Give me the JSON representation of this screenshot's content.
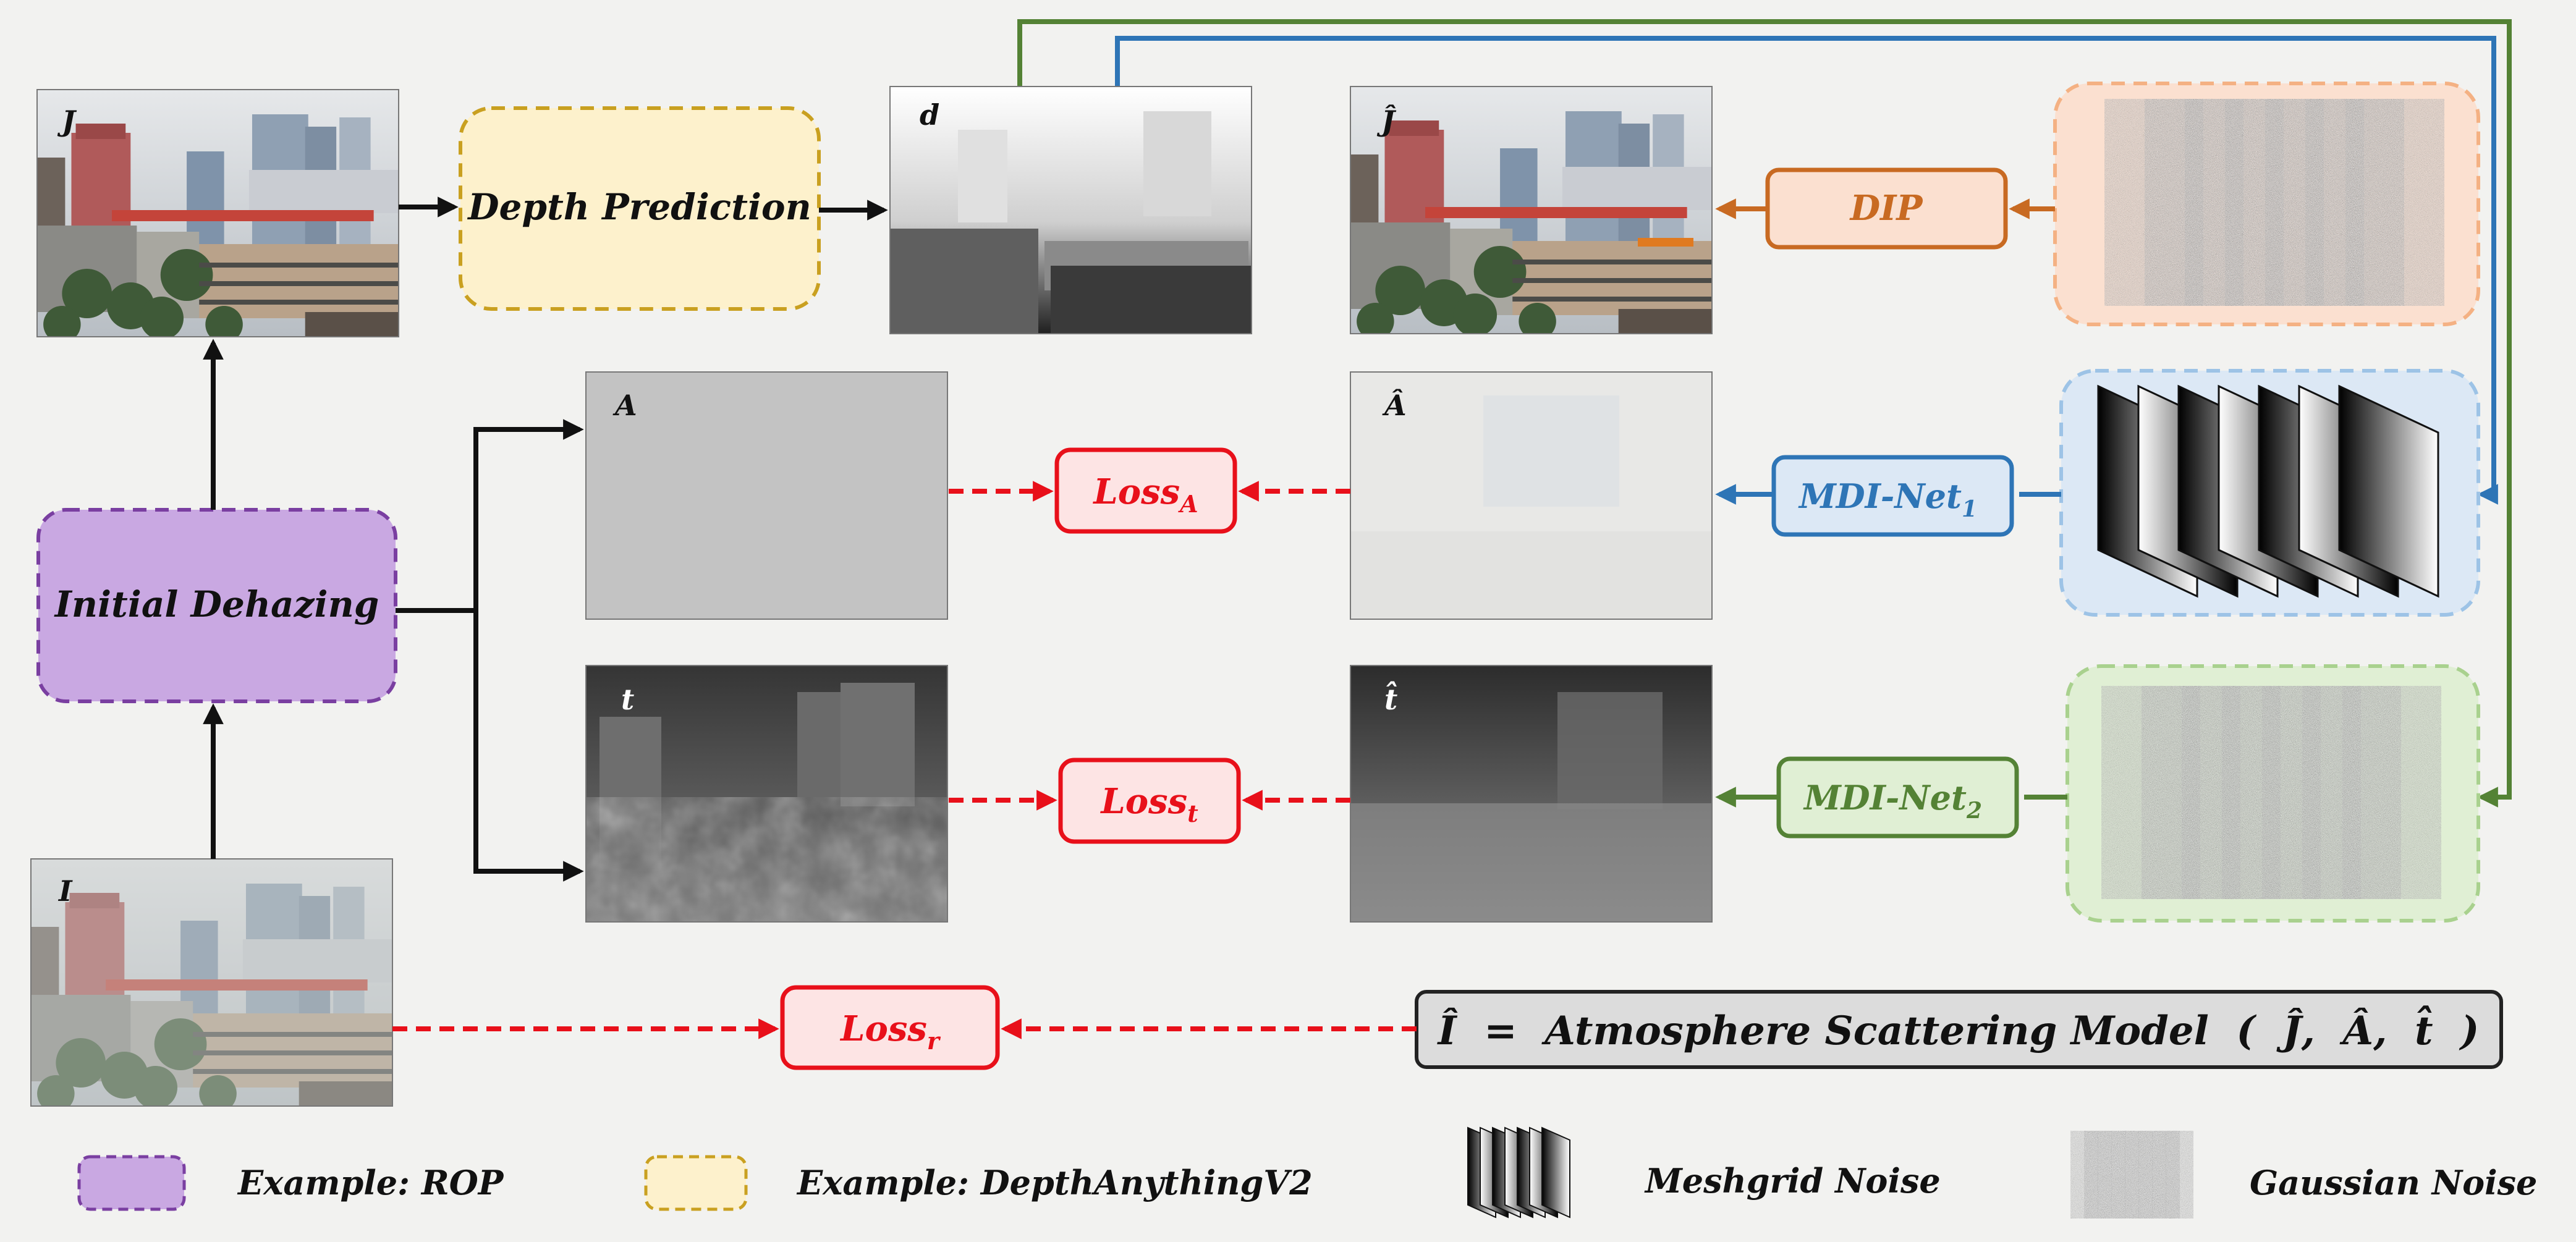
{
  "images": {
    "J": "J",
    "d": "d",
    "J_hat": "Ĵ",
    "A": "A",
    "A_hat": "Â",
    "t": "t",
    "t_hat": "t̂",
    "I": "I"
  },
  "blocks": {
    "depth_prediction": "Depth Prediction",
    "initial_dehazing": "Initial Dehazing",
    "dip": "DIP",
    "mdi_net": "MDI-Net",
    "mdi_net1_sub": "1",
    "mdi_net2_sub": "2"
  },
  "losses": {
    "loss": "Loss",
    "sub_A": "A",
    "sub_t": "t",
    "sub_r": "r"
  },
  "formula": "Î  =  Atmosphere Scattering Model  (  Ĵ,  Â,  t̂  )",
  "legend": {
    "rop": "Example: ROP",
    "depth_anything": "Example: DepthAnythingV2",
    "meshgrid": "Meshgrid Noise",
    "gaussian": "Gaussian Noise"
  },
  "colors": {
    "purple_fill": "#c9a8e2",
    "purple_border": "#7a3fa1",
    "yellow_fill": "#fdf1cc",
    "yellow_border": "#c9a020",
    "orange_fill": "#fbe0d0",
    "orange_stroke": "#c86a22",
    "blue_fill": "#dce8f5",
    "blue_stroke": "#2e75b6",
    "green_fill": "#e0efd4",
    "green_stroke": "#548235",
    "red": "#e8101a",
    "formula_fill": "#dcdcdc"
  }
}
